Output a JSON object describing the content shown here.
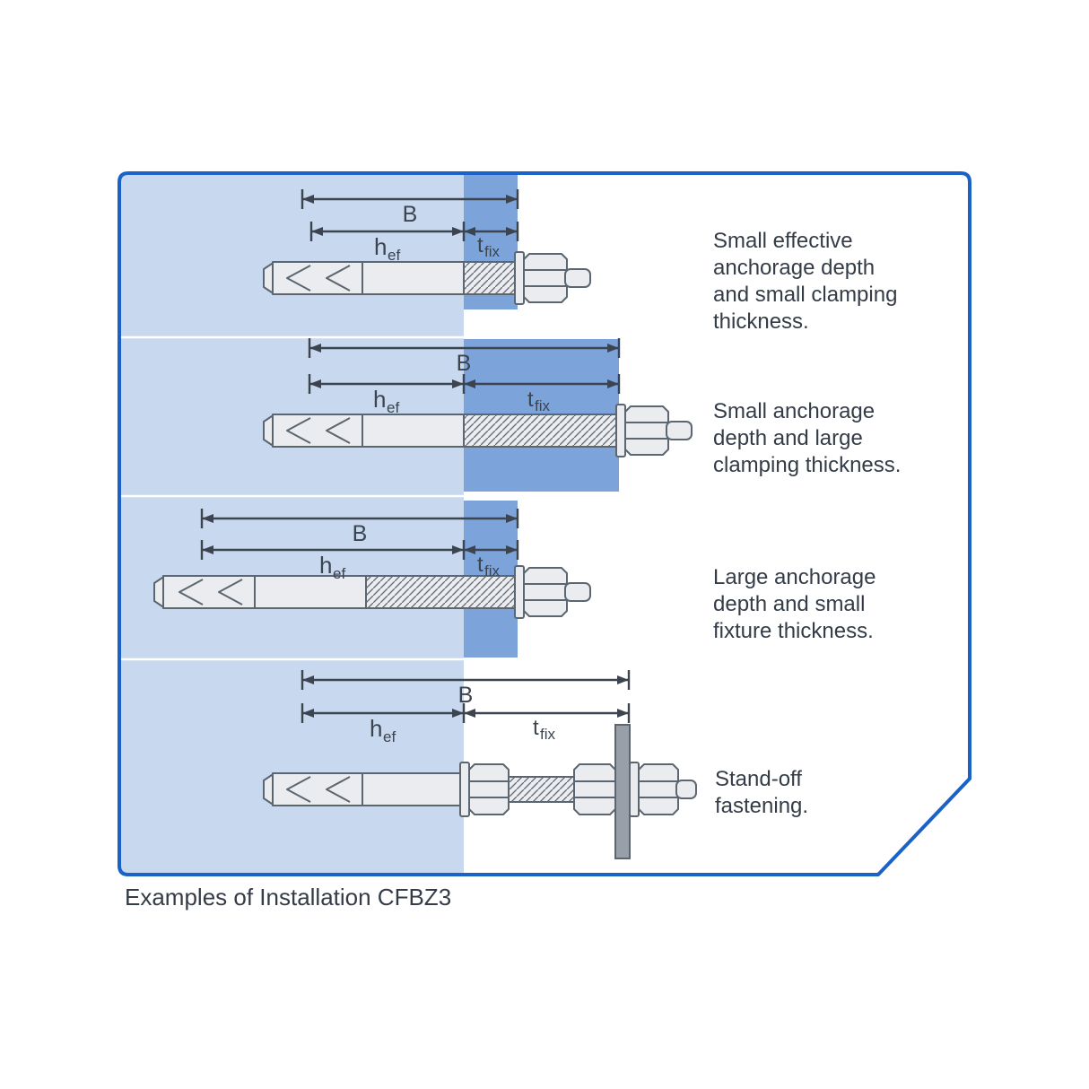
{
  "caption": "Examples of Installation CFBZ3",
  "dim_labels": {
    "span": "B",
    "embedment_main": "h",
    "embedment_sub": "ef",
    "clamping_main": "t",
    "clamping_sub": "fix"
  },
  "rows": [
    {
      "description_lines": [
        "Small effective",
        "anchorage depth",
        "and small clamping",
        "thickness."
      ]
    },
    {
      "description_lines": [
        "Small anchorage",
        "depth and large",
        "clamping thickness."
      ]
    },
    {
      "description_lines": [
        "Large anchorage",
        "depth and small",
        "fixture thickness."
      ]
    },
    {
      "description_lines": [
        "Stand-off",
        "fastening."
      ]
    }
  ],
  "colors": {
    "frame_blue": "#1A61C8",
    "concrete_blue": "#C8D8EE",
    "fixture_blue": "#7CA3DA",
    "dim_gray": "#3C4450",
    "bolt_fill": "#EAECEF",
    "bolt_stroke": "#5C6670",
    "plate_gray": "#999FA8",
    "text_dark": "#343C47"
  }
}
